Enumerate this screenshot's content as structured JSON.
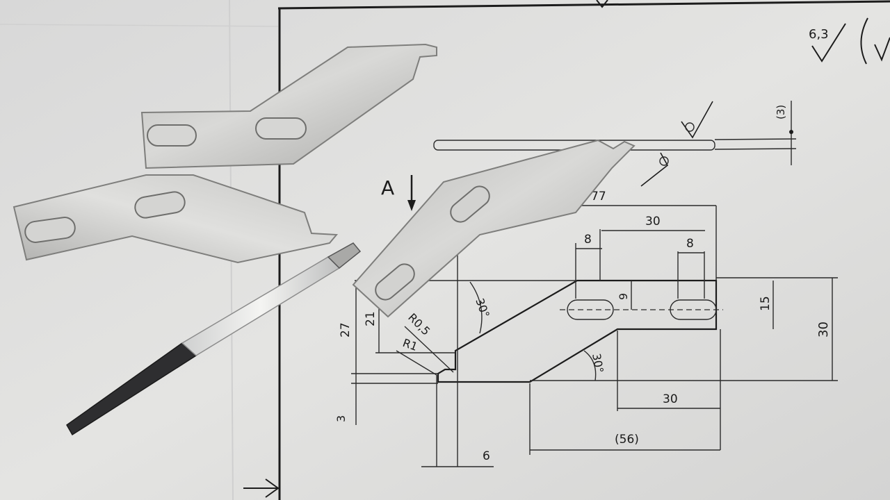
{
  "drawing": {
    "surface_finish": "6,3",
    "section_label": "A",
    "dims": {
      "d77": "77",
      "d30_top": "30",
      "d8_left": "8",
      "d8_right": "8",
      "d9": "9",
      "d15": "15",
      "d30_right": "30",
      "d27": "27",
      "d21": "21",
      "r05": "R0,5",
      "r1": "R1",
      "ang30_top": "30°",
      "ang30_bottom": "30°",
      "d30_bottom": "30",
      "d56": "(56)",
      "d3": "3",
      "d6": "6",
      "d3_paren": "(3)"
    }
  },
  "colors": {
    "paper": "#e6e6e4",
    "ink": "#1c1c1c",
    "metal_light": "#d7d7d5",
    "metal_dark": "#9a9a98",
    "blade_edge": "#2e2e30"
  }
}
